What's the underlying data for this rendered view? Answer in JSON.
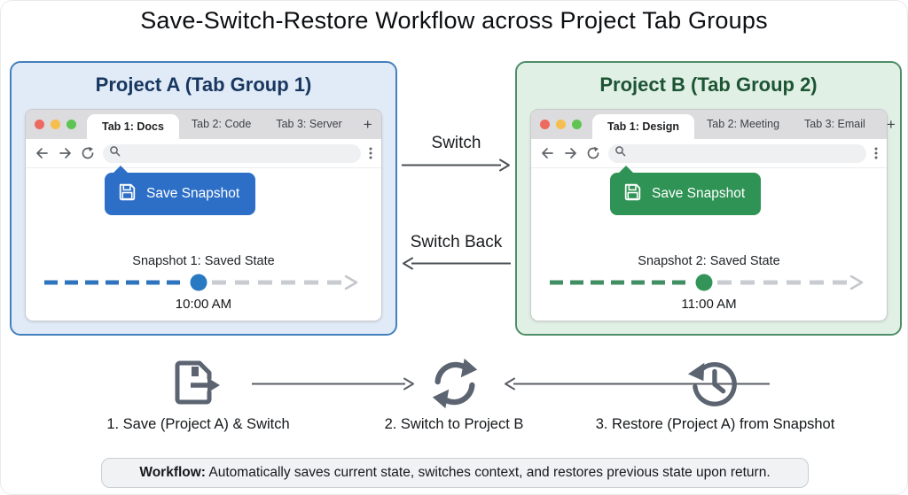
{
  "title": "Save-Switch-Restore Workflow across Project Tab Groups",
  "panel_a": {
    "title": "Project A (Tab Group 1)",
    "tabs": [
      {
        "label": "Tab 1: Docs",
        "active": true
      },
      {
        "label": "Tab 2: Code",
        "active": false
      },
      {
        "label": "Tab 3: Server",
        "active": false
      }
    ],
    "new_tab": "+",
    "save_button": "Save Snapshot",
    "snapshot_label": "Snapshot 1: Saved State",
    "snapshot_time": "10:00 AM",
    "accent_color": "#2d6fc7",
    "panel_bg": "#e1ebf8",
    "panel_border": "#4480bb",
    "title_color": "#18375f"
  },
  "panel_b": {
    "title": "Project B (Tab Group 2)",
    "tabs": [
      {
        "label": "Tab 1: Design",
        "active": true
      },
      {
        "label": "Tab 2: Meeting",
        "active": false
      },
      {
        "label": "Tab 3: Email",
        "active": false
      }
    ],
    "new_tab": "+",
    "save_button": "Save Snapshot",
    "snapshot_label": "Snapshot 2: Saved State",
    "snapshot_time": "11:00 AM",
    "accent_color": "#2f9355",
    "panel_bg": "#e1f0e5",
    "panel_border": "#4e8e68",
    "title_color": "#1c5434"
  },
  "switch_flow": {
    "forward": "Switch",
    "backward": "Switch Back"
  },
  "steps": [
    {
      "label": "1. Save (Project A) & Switch",
      "icon": "save-and-switch-icon"
    },
    {
      "label": "2. Switch to Project B",
      "icon": "sync-icon"
    },
    {
      "label": "3. Restore (Project A) from Snapshot",
      "icon": "restore-history-icon"
    }
  ],
  "workflow_note": {
    "prefix": "Workflow:",
    "text": " Automatically saves current state, switches context, and restores previous state upon return."
  },
  "traffic_lights": [
    "#ec6a5f",
    "#f5be4e",
    "#5fc454"
  ],
  "timeline_inactive_color": "#c8cbcf",
  "step_icon_color": "#5b6470"
}
